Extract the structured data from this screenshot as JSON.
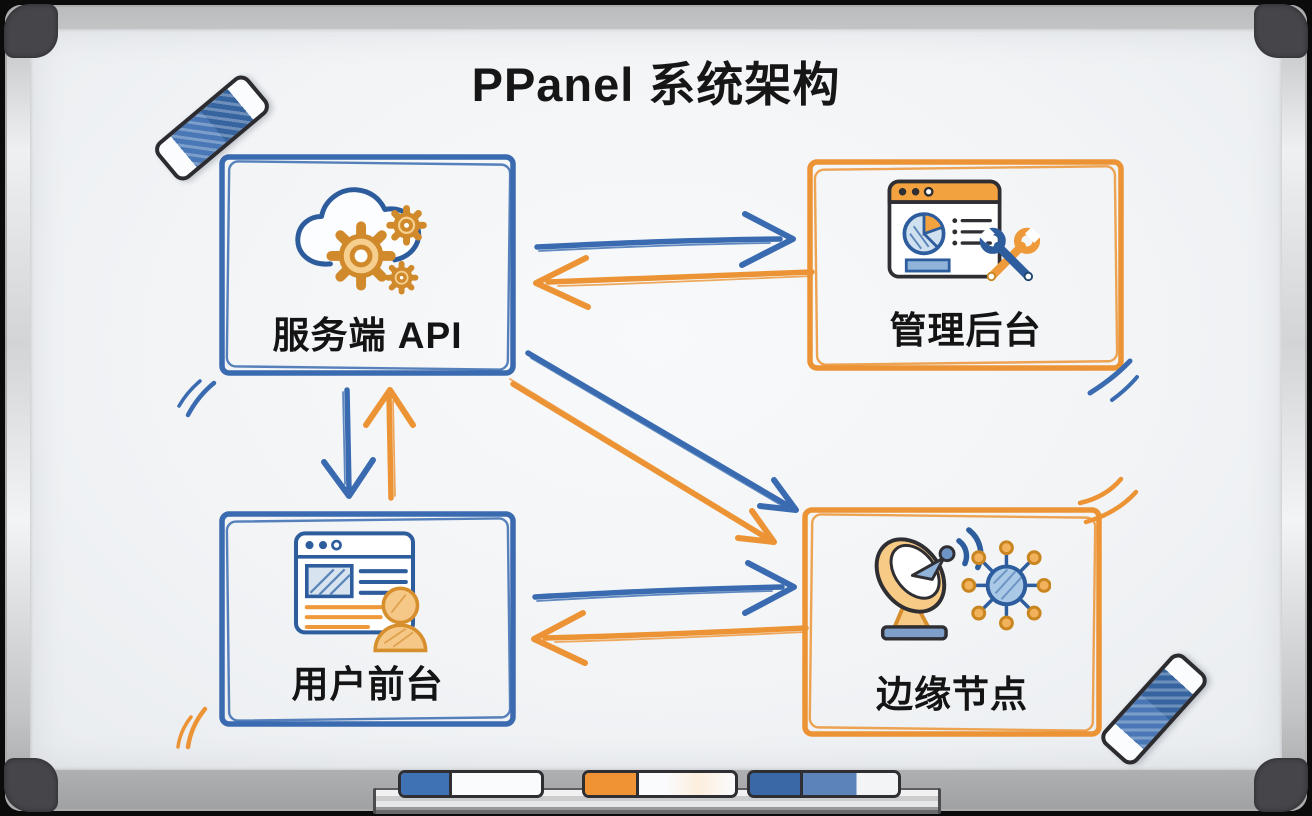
{
  "title": "PPanel 系统架构",
  "board": {
    "surface_color": "#f2f4f6",
    "frame_color": "#d6d8da",
    "corner_color": "#46464a",
    "accent_blue": "#3a6bb0",
    "accent_orange": "#ec9435",
    "text_color": "#141415",
    "style": "hand-drawn whiteboard sketch"
  },
  "nodes": [
    {
      "id": "server-api",
      "label": "服务端 API",
      "accent_color": "#3a6bb0",
      "icon": "cloud-gears-icon",
      "position": "top-left"
    },
    {
      "id": "admin-panel",
      "label": "管理后台",
      "accent_color": "#ec9435",
      "icon": "admin-console-icon",
      "position": "top-right"
    },
    {
      "id": "user-frontend",
      "label": "用户前台",
      "accent_color": "#3a6bb0",
      "icon": "browser-user-icon",
      "position": "bottom-left"
    },
    {
      "id": "edge-node",
      "label": "边缘节点",
      "accent_color": "#ec9435",
      "icon": "satellite-network-icon",
      "position": "bottom-right"
    }
  ],
  "edges": [
    {
      "from": "server-api",
      "to": "admin-panel",
      "color": "#3a6bb0",
      "shape": "horizontal-right"
    },
    {
      "from": "admin-panel",
      "to": "server-api",
      "color": "#ec9435",
      "shape": "horizontal-left"
    },
    {
      "from": "server-api",
      "to": "user-frontend",
      "color": "#3a6bb0",
      "shape": "vertical-down"
    },
    {
      "from": "user-frontend",
      "to": "server-api",
      "color": "#ec9435",
      "shape": "vertical-up"
    },
    {
      "from": "server-api",
      "to": "edge-node",
      "color": "#3a6bb0",
      "shape": "diagonal-down-right"
    },
    {
      "from": "server-api",
      "to": "edge-node",
      "color": "#ec9435",
      "shape": "diagonal-down-right"
    },
    {
      "from": "user-frontend",
      "to": "edge-node",
      "color": "#3a6bb0",
      "shape": "horizontal-right"
    },
    {
      "from": "edge-node",
      "to": "user-frontend",
      "color": "#ec9435",
      "shape": "horizontal-left"
    }
  ],
  "decorations": {
    "erasers": [
      {
        "position": "top-left",
        "body_color": "#3f72b5"
      },
      {
        "position": "bottom-right",
        "body_color": "#3f72b5"
      }
    ],
    "tray_markers": [
      {
        "cap_color": "#3f72b5"
      },
      {
        "cap_color": "#ef9335"
      },
      {
        "cap_color": "#3f72b5"
      }
    ]
  }
}
